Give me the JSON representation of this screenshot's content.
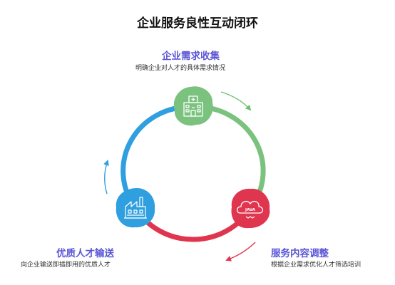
{
  "title": "企业服务良性互动闭环",
  "stages": [
    {
      "title": "企业需求收集",
      "desc": "明确企业对人才的具体需求情况",
      "color": "#7bc27e",
      "icon": "building-icon"
    },
    {
      "title": "服务内容调整",
      "desc": "根据企业需求优化人才筛选培训",
      "color": "#e0354f",
      "icon": "java-cloud-icon"
    },
    {
      "title": "优质人才输送",
      "desc": "向企业输送即插即用的优质人才",
      "color": "#2f9fe0",
      "icon": "factory-icon"
    }
  ],
  "colors": {
    "title_accent": "#5a55d6",
    "arrow_green": "#6cc072",
    "arrow_red": "#e0354f",
    "arrow_blue": "#2f9fe0"
  }
}
